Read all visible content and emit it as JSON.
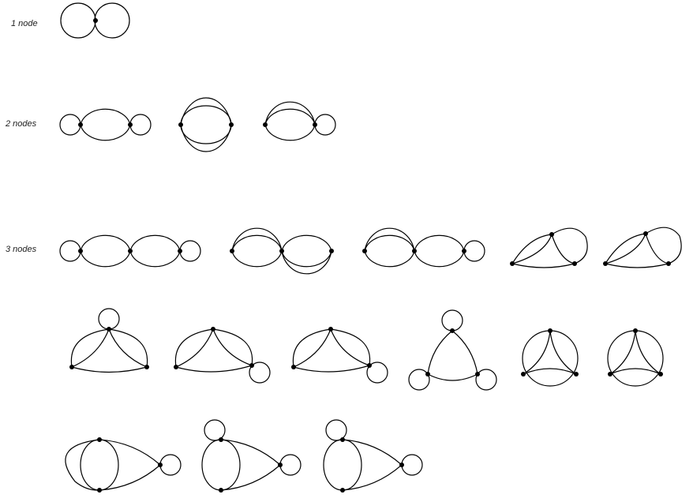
{
  "rows": [
    {
      "label": "1 node"
    },
    {
      "label": "2 nodes"
    },
    {
      "label": "3 nodes"
    }
  ]
}
